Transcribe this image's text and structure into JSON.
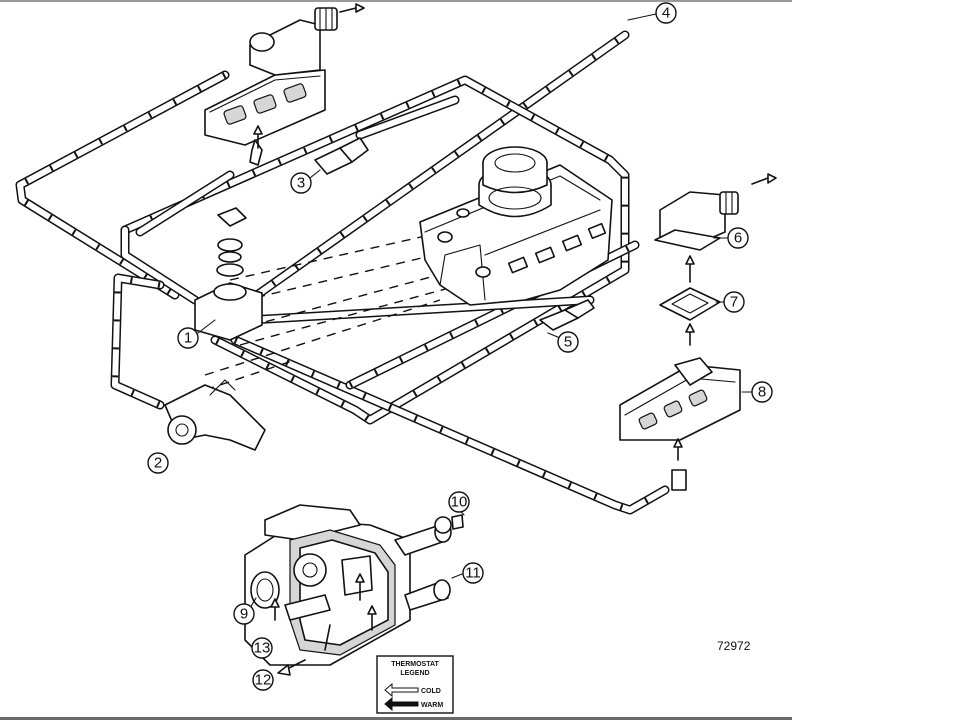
{
  "diagram": {
    "figure_number": "72972",
    "callouts": [
      {
        "label": "1"
      },
      {
        "label": "2"
      },
      {
        "label": "3"
      },
      {
        "label": "4"
      },
      {
        "label": "5"
      },
      {
        "label": "6"
      },
      {
        "label": "7"
      },
      {
        "label": "8"
      },
      {
        "label": "9"
      },
      {
        "label": "10"
      },
      {
        "label": "11"
      },
      {
        "label": "12"
      },
      {
        "label": "13"
      }
    ],
    "legend": {
      "title_line1": "THERMOSTAT",
      "title_line2": "LEGEND",
      "cold_label": "COLD",
      "warm_label": "WARM"
    }
  }
}
